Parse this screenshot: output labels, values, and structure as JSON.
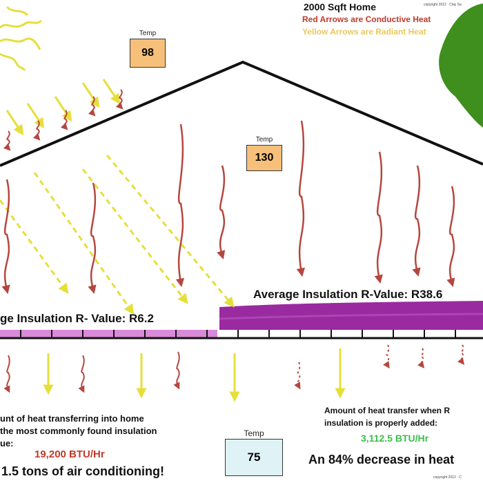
{
  "header": {
    "home_size": "2000 Sqft Home",
    "copyright": "copyright 2012 · Clay Sa",
    "legend_red": "Red Arrows are Conductive Heat",
    "legend_yellow": "Yellow Arrows are Radiant Heat"
  },
  "temps": {
    "label": "Temp",
    "outside": "98",
    "attic": "130",
    "inside": "75"
  },
  "left_side": {
    "insulation": "ge Insulation R- Value: R6.2",
    "heat_text_1": "unt of heat transferring into home",
    "heat_text_2": "the most commonly found insulation",
    "heat_text_3": "ue:",
    "btu": "19,200 BTU/Hr",
    "tons": "1.5 tons of air conditioning!"
  },
  "right_side": {
    "insulation": "Average Insulation R-Value: R38.6",
    "heat_text_1": "Amount of heat transfer when R",
    "heat_text_2": "insulation is properly added:",
    "btu": "3,112.5 BTU/Hr",
    "decrease": "An 84% decrease in heat",
    "footer_copyright": "copyright 2012 · C"
  },
  "colors": {
    "conductive_arrow": "#b5463f",
    "radiant_arrow": "#e6df3a",
    "insulation_thin": "#d98ad8",
    "insulation_thick": "#9a2aa0",
    "tree": "#3f8f1e",
    "temp_box_orange": "#f7c07a",
    "temp_box_blue": "#dff3f7",
    "btu_left": "#c0392b",
    "btu_right": "#3bbf4a",
    "legend_red": "#c0392b",
    "legend_yellow": "#e8c95a"
  }
}
